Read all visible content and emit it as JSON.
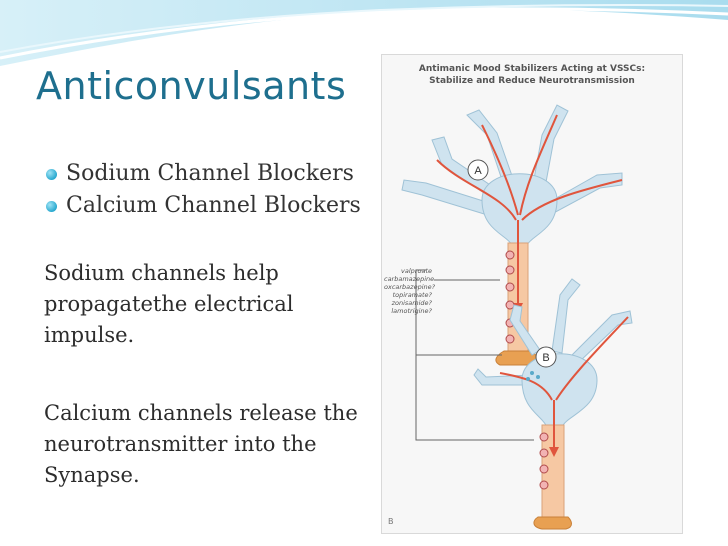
{
  "slide": {
    "title": "Anticonvulsants",
    "bullets": [
      {
        "text": "Sodium Channel Blockers"
      },
      {
        "text": "Calcium Channel Blockers"
      }
    ],
    "paragraphs": [
      "Sodium channels  help propagatethe electrical impulse.",
      "Calcium channels release the neurotransmitter into the Synapse."
    ],
    "theme_colors": {
      "title": "#1e6f8e",
      "bullet": "#29a9cf",
      "wave": "#bfe6f3"
    }
  },
  "figure": {
    "title_line1": "Antimanic Mood Stabilizers Acting at VSSCs:",
    "title_line2": "Stabilize and Reduce Neurotransmission",
    "neuron_a_label": "A",
    "neuron_b_label": "B",
    "drugs": [
      "valproate",
      "carbamazepine",
      "oxcarbazepine?",
      "topiramate?",
      "zonisamide?",
      "lamotrigine?"
    ],
    "corner_label": "B"
  }
}
